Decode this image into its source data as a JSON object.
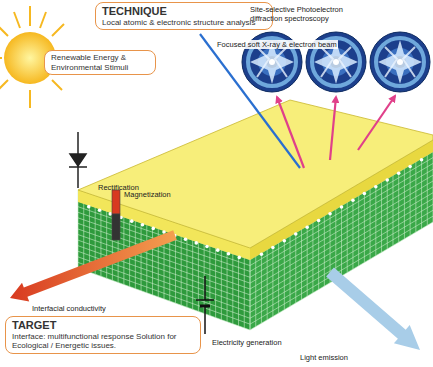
{
  "diagram": {
    "nodes": [
      {
        "text": [
          "TECHNIQUE",
          "Local atomic & electronic structure analysis"
        ]
      },
      {
        "text": [
          "Renewable Energy & Environmental Stimuli"
        ]
      },
      {
        "text": [
          "TARGET",
          "Interface: multifunctional response Solution for Ecological / Energetic issues."
        ]
      }
    ],
    "labels": [
      "Site-selective Photoelectron diffraction spectroscopy",
      "Focused soft X-ray & electron beam",
      "Rectification",
      "Magnetization",
      "Interfacial conductivity",
      "Electricity generation",
      "Light emission"
    ]
  }
}
